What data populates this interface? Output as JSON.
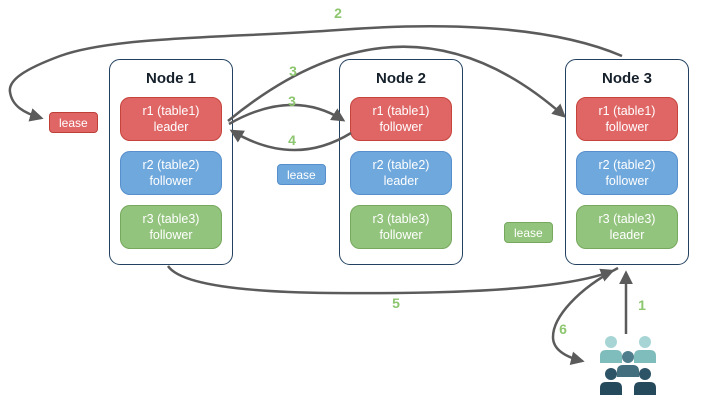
{
  "diagram": {
    "background": "#FFFFFF",
    "nodes": [
      {
        "title": "Node 1",
        "replicas": [
          {
            "name": "r1 (table1)",
            "role": "leader",
            "color_key": "red"
          },
          {
            "name": "r2 (table2)",
            "role": "follower",
            "color_key": "blue"
          },
          {
            "name": "r3 (table3)",
            "role": "follower",
            "color_key": "green"
          }
        ]
      },
      {
        "title": "Node 2",
        "replicas": [
          {
            "name": "r1 (table1)",
            "role": "follower",
            "color_key": "red"
          },
          {
            "name": "r2 (table2)",
            "role": "leader",
            "color_key": "blue"
          },
          {
            "name": "r3 (table3)",
            "role": "follower",
            "color_key": "green"
          }
        ]
      },
      {
        "title": "Node 3",
        "replicas": [
          {
            "name": "r1 (table1)",
            "role": "follower",
            "color_key": "red"
          },
          {
            "name": "r2 (table2)",
            "role": "follower",
            "color_key": "blue"
          },
          {
            "name": "r3 (table3)",
            "role": "leader",
            "color_key": "green"
          }
        ]
      }
    ],
    "leases": [
      {
        "label": "lease",
        "color_key": "red"
      },
      {
        "label": "lease",
        "color_key": "blue"
      },
      {
        "label": "lease",
        "color_key": "green"
      }
    ],
    "step_labels": [
      {
        "text": "2"
      },
      {
        "text": "3"
      },
      {
        "text": "3"
      },
      {
        "text": "4"
      },
      {
        "text": "5"
      },
      {
        "text": "1"
      },
      {
        "text": "6"
      }
    ],
    "icons": [
      {
        "name": "users-icon"
      }
    ],
    "colors": {
      "replica_red": "#E06666",
      "replica_blue": "#6FA8DC",
      "replica_green": "#93C47D",
      "node_border": "#22405F",
      "arrow_gray": "#5B5B5B",
      "step_label_green": "#8CC66E",
      "users_light_teal": "#A7D5D5",
      "users_mid_teal": "#4F7D8B",
      "users_dark_teal": "#2D5366"
    }
  }
}
